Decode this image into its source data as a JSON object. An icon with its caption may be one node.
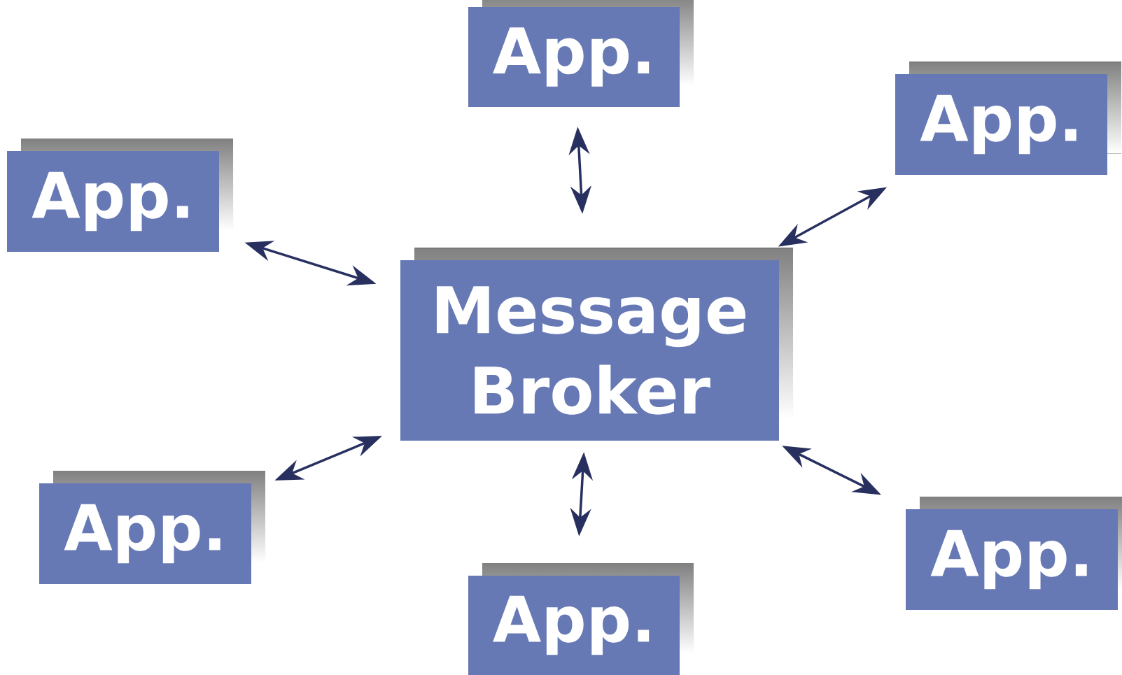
{
  "diagram": {
    "nodes": [
      {
        "text": [
          "App."
        ]
      },
      {
        "text": [
          "App."
        ]
      },
      {
        "text": [
          "App."
        ]
      },
      {
        "text": [
          "Message Broker"
        ]
      },
      {
        "text": [
          "App."
        ]
      },
      {
        "text": [
          "App."
        ]
      },
      {
        "text": [
          "App."
        ]
      }
    ],
    "edges": [
      {
        "from": 0,
        "to": 3,
        "arrow": "both"
      },
      {
        "from": 1,
        "to": 3,
        "arrow": "both"
      },
      {
        "from": 2,
        "to": 3,
        "arrow": "both"
      },
      {
        "from": 4,
        "to": 3,
        "arrow": "both"
      },
      {
        "from": 5,
        "to": 3,
        "arrow": "both"
      },
      {
        "from": 6,
        "to": 3,
        "arrow": "both"
      }
    ]
  }
}
